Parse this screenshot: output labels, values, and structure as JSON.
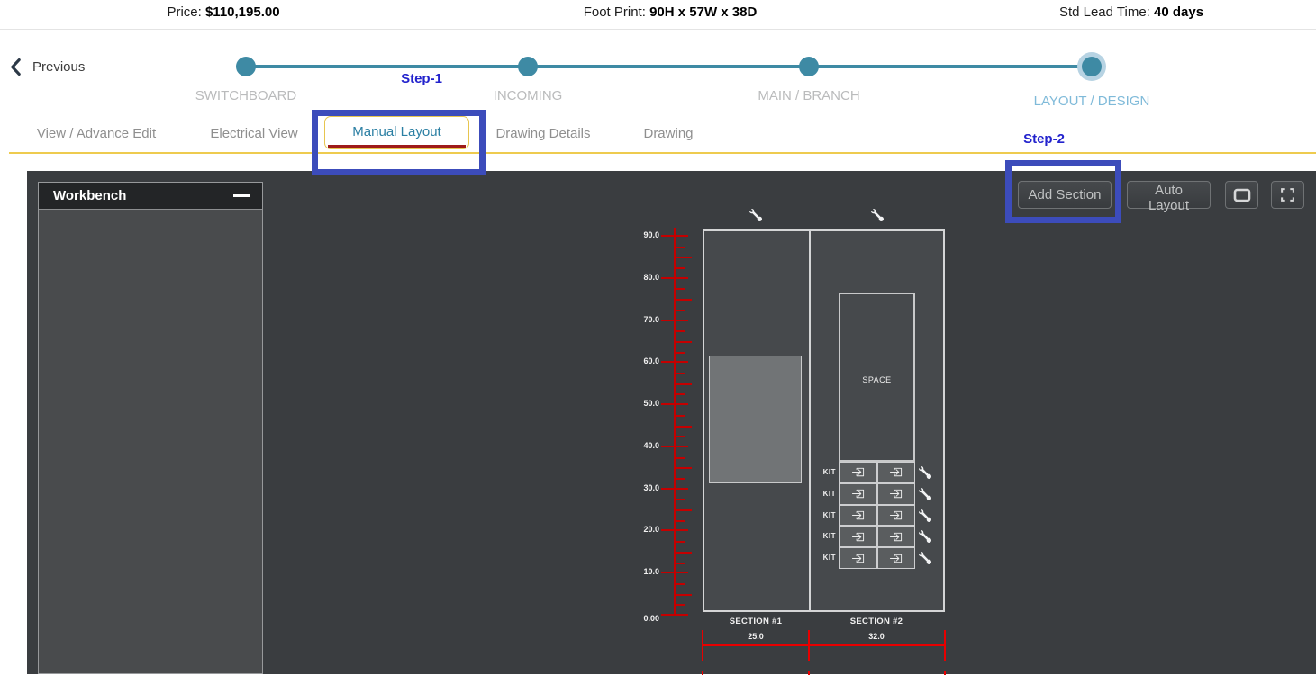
{
  "top_bar": {
    "items": [
      {
        "label": "Price:",
        "value": "$110,195.00"
      },
      {
        "label": "Foot Print:",
        "value": "90H x 57W x 38D"
      },
      {
        "label": "Std Lead Time:",
        "value": "40 days"
      }
    ]
  },
  "stepper": {
    "previous_label": "Previous",
    "step1_label": "Step-1",
    "step2_label": "Step-2",
    "steps": [
      {
        "label": "SWITCHBOARD",
        "active": false
      },
      {
        "label": "INCOMING",
        "active": false
      },
      {
        "label": "MAIN / BRANCH",
        "active": false
      },
      {
        "label": "LAYOUT / DESIGN",
        "active": true
      }
    ]
  },
  "tabs": [
    {
      "label": "View / Advance Edit",
      "active": false
    },
    {
      "label": "Electrical View",
      "active": false
    },
    {
      "label": "Manual Layout",
      "active": true
    },
    {
      "label": "Drawing Details",
      "active": false
    },
    {
      "label": "Drawing",
      "active": false
    }
  ],
  "workbench": {
    "title": "Workbench",
    "collapse_icon": "minus-icon"
  },
  "toolbar": {
    "add_section_label": "Add Section",
    "auto_layout_label": "Auto Layout",
    "icon_buttons": [
      "window-icon",
      "fullscreen-icon"
    ]
  },
  "drawing": {
    "ruler_labels": [
      "90.0",
      "80.0",
      "70.0",
      "60.0",
      "50.0",
      "40.0",
      "30.0",
      "20.0",
      "10.0",
      "0.00"
    ],
    "sections": [
      {
        "name": "SECTION #1",
        "width": "25.0"
      },
      {
        "name": "SECTION #2",
        "width": "32.0",
        "space_label": "SPACE",
        "kit_label": "KIT",
        "kit_row_count": 5
      }
    ],
    "section_tool_icon": "wrench-icon",
    "kit_slot_icon": "box-arrow-in-right-icon"
  },
  "colors": {
    "stepper_teal": "#3e8aa4",
    "active_step_halo": "#b7d3e3",
    "active_step_label_blue": "#7fbad9",
    "step_note_blue": "#2323cd",
    "annotation_blue": "#3c4cbb",
    "tab_active_text": "#2b7fa3",
    "tab_gold_border": "#e7c54f",
    "tab_underline_red": "#9e1a1a",
    "gold_divider": "#eecb4f",
    "ruler_red": "#c40000",
    "dimension_red": "#e80000",
    "canvas_bg": "#3a3d40"
  }
}
